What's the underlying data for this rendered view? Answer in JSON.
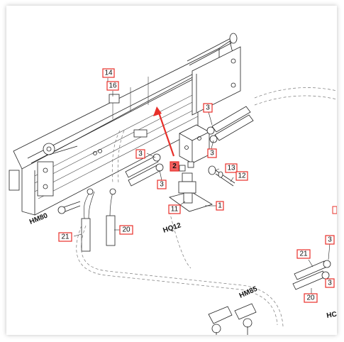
{
  "diagram": {
    "highlight_color": "#f06060",
    "callout_color": "#e8302a",
    "arrow_color": "#e8302a",
    "callouts": [
      {
        "id": "c14",
        "label": "14"
      },
      {
        "id": "c16",
        "label": "16"
      },
      {
        "id": "c3a",
        "label": "3"
      },
      {
        "id": "c3b",
        "label": "3"
      },
      {
        "id": "c3c",
        "label": "3"
      },
      {
        "id": "c3d",
        "label": "3"
      },
      {
        "id": "c3e",
        "label": "3"
      },
      {
        "id": "c3f",
        "label": "3"
      },
      {
        "id": "c2",
        "label": "2",
        "highlighted": true
      },
      {
        "id": "c13",
        "label": "13"
      },
      {
        "id": "c12",
        "label": "12"
      },
      {
        "id": "c11",
        "label": "11"
      },
      {
        "id": "c1",
        "label": "1"
      },
      {
        "id": "c21a",
        "label": "21"
      },
      {
        "id": "c20a",
        "label": "20"
      },
      {
        "id": "c21b",
        "label": "21"
      },
      {
        "id": "c20b",
        "label": "20"
      }
    ],
    "tags": {
      "hm80": "HM80",
      "hq12": "HQ12",
      "hm85": "HM85",
      "hq_partial": "HC"
    }
  }
}
